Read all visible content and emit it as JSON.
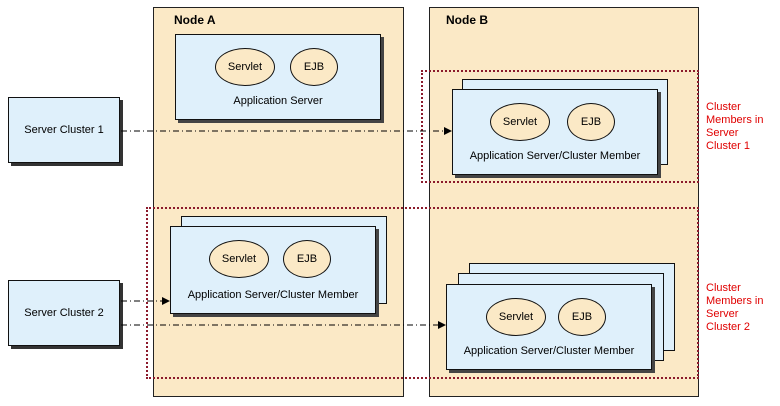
{
  "nodes": {
    "a": {
      "title": "Node A"
    },
    "b": {
      "title": "Node B"
    }
  },
  "clusters": {
    "c1": {
      "label": "Server Cluster 1"
    },
    "c2": {
      "label": "Server Cluster 2"
    }
  },
  "components": {
    "servlet": "Servlet",
    "ejb": "EJB"
  },
  "servers": {
    "app": "Application Server",
    "member": "Application Server/Cluster Member"
  },
  "annotations": {
    "members1": [
      "Cluster",
      "Members in",
      "Server",
      "Cluster 1"
    ],
    "members2": [
      "Cluster",
      "Members in",
      "Server",
      "Cluster 2"
    ]
  }
}
